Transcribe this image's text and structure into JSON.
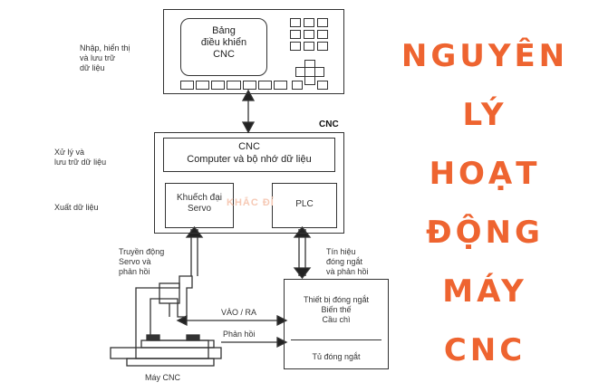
{
  "labels": {
    "input_side": "Nhập, hiển thị\nvà lưu trữ\ndữ liệu",
    "process_side": "Xử lý và\nlưu trữ dữ liệu",
    "output_side": "Xuất dữ liệu",
    "servo_drive": "Truyền động\nServo và\nphản hồi",
    "signal": "Tín hiệu\nđóng ngắt\nvà phản hồi",
    "io": "VÀO / RA",
    "feedback": "Phản hồi",
    "cnc_tag": "CNC",
    "machine": "Máy CNC"
  },
  "blocks": {
    "panel": "Bảng\nđiều khiển\nCNC",
    "computer_title": "CNC",
    "computer_sub": "Computer và bộ nhớ dữ liệu",
    "amplifier": "Khuếch đại\nServo",
    "plc": "PLC",
    "switchgear_top": "Thiết bị đóng ngắt\nBiến thế\nCầu chì",
    "switchgear_bottom": "Tủ đóng ngắt"
  },
  "watermark": "KHẮC ĐỈ",
  "title": {
    "lines": [
      "NGUYÊN",
      "LÝ",
      "HOẠT",
      "ĐỘNG",
      "MÁY",
      "CNC"
    ],
    "color": "#ee6430"
  }
}
